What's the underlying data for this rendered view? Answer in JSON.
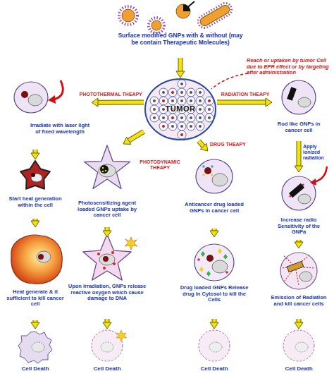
{
  "diagram": {
    "nodes": [
      {
        "text": [
          "Surface modified GNPs with & without (may be contain Therapeutic Molecules)"
        ]
      },
      {
        "text": [
          "TUMOR"
        ]
      },
      {
        "text": [
          "Irradiate with laser light of fixed wavelength"
        ]
      },
      {
        "text": [
          "Start heat generation within the cell"
        ]
      },
      {
        "text": [
          "Heat generate & it sufficient to kill cancer cell"
        ]
      },
      {
        "text": [
          "Cell Death"
        ]
      },
      {
        "text": [
          "Photosensitizing agent loaded GNPs uptake by cancer cell"
        ]
      },
      {
        "text": [
          "Upon irradiation, GNPs release reactive oxygen which cause damage to DNA"
        ]
      },
      {
        "text": [
          "Cell Death"
        ]
      },
      {
        "text": [
          "Anticancer drug loaded GNPs in cancer cell"
        ]
      },
      {
        "text": [
          "Drug loaded GNPs Release drug in Cytosol to kill the Cells"
        ]
      },
      {
        "text": [
          "Cell Death"
        ]
      },
      {
        "text": [
          "Rod like GNPs in cancer cell"
        ]
      },
      {
        "text": [
          "Increase radio Sensitivity of the GNPa"
        ]
      },
      {
        "text": [
          "Emission of Radiation and kill cancer cells"
        ]
      },
      {
        "text": [
          "Cell Death"
        ]
      }
    ],
    "edges": [
      {
        "from": 0,
        "to": 1,
        "arrow": "to"
      },
      {
        "from": 1,
        "to": 2,
        "label": "PHOTOTHERMAL THEAPY",
        "arrow": "to"
      },
      {
        "from": 1,
        "to": 6,
        "label": "PHOTODYNAMIC THEAPY",
        "arrow": "to"
      },
      {
        "from": 1,
        "to": 9,
        "label": "DRUG THEAPY",
        "arrow": "to"
      },
      {
        "from": 1,
        "to": 12,
        "label": "RADIATION THEAPY",
        "arrow": "to"
      },
      {
        "from": 2,
        "to": 3,
        "arrow": "to"
      },
      {
        "from": 3,
        "to": 4,
        "arrow": "to"
      },
      {
        "from": 4,
        "to": 5,
        "arrow": "to"
      },
      {
        "from": 6,
        "to": 7,
        "arrow": "to"
      },
      {
        "from": 7,
        "to": 8,
        "arrow": "to"
      },
      {
        "from": 9,
        "to": 10,
        "arrow": "to"
      },
      {
        "from": 10,
        "to": 11,
        "arrow": "to"
      },
      {
        "from": 12,
        "to": 13,
        "label": "Apply ionized radiation",
        "arrow": "to"
      },
      {
        "from": 13,
        "to": 14,
        "arrow": "to"
      },
      {
        "from": 14,
        "to": 15,
        "arrow": "to"
      }
    ],
    "labels": [
      "Reach or uptaken by tumor Cell due to EPR effect or by targeting after administration"
    ]
  }
}
